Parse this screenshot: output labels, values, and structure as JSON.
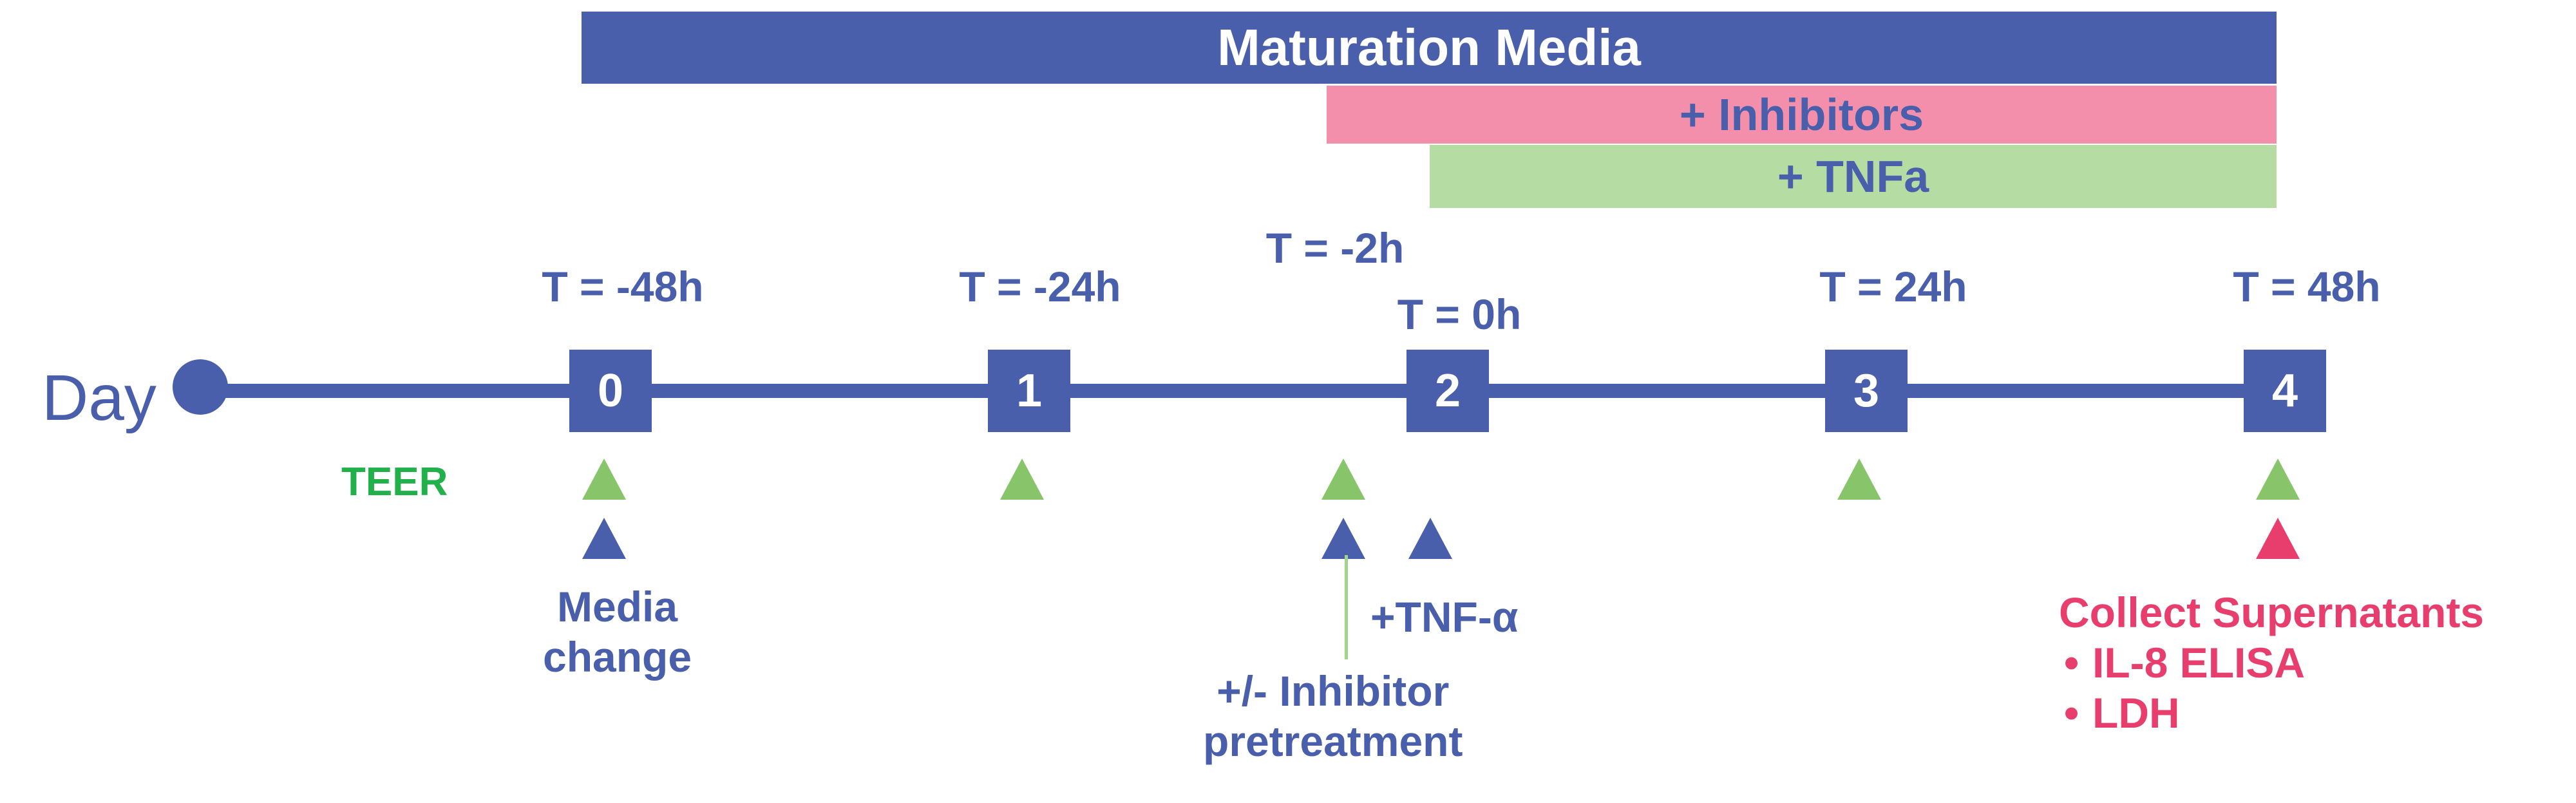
{
  "colors": {
    "primary": "#4a5fab",
    "inhibitors_bar": "#f48fab",
    "tnfa_bar": "#b5dca3",
    "marker_green": "#88c46a",
    "teer_text": "#22b04b",
    "collect_text": "#e83e6d"
  },
  "bars": {
    "maturation": "Maturation Media",
    "inhibitors": "+ Inhibitors",
    "tnfa": "+ TNFa"
  },
  "axis_label": "Day",
  "days": [
    {
      "label": "0",
      "time": "T = -48h"
    },
    {
      "label": "1",
      "time": "T = -24h"
    },
    {
      "label": "2",
      "time": "T = 0h"
    },
    {
      "label": "3",
      "time": "T = 24h"
    },
    {
      "label": "4",
      "time": "T = 48h"
    }
  ],
  "extra_time": "T = -2h",
  "teer": "TEER",
  "notes": {
    "media_change": [
      "Media",
      "change"
    ],
    "tnf_alpha": "+TNF-α",
    "inhibitor_pretreatment": [
      "+/- Inhibitor",
      "pretreatment"
    ],
    "collect_title": "Collect Supernatants",
    "collect_items": [
      "IL-8 ELISA",
      "LDH"
    ]
  }
}
